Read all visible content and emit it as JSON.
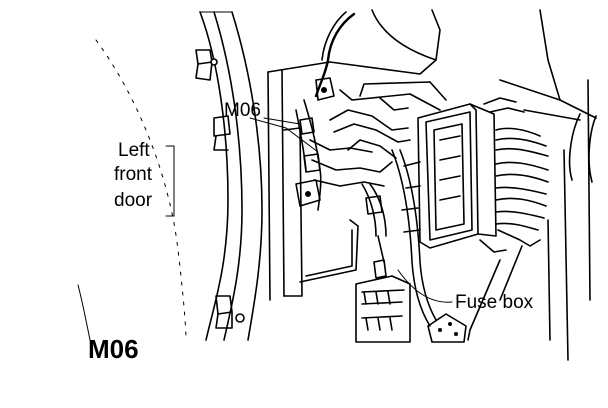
{
  "diagram": {
    "code": "M06",
    "labels": {
      "connector": "M06",
      "door_line1": "Left",
      "door_line2": "front",
      "door_line3": "door",
      "fuse_box": "Fuse box"
    }
  }
}
